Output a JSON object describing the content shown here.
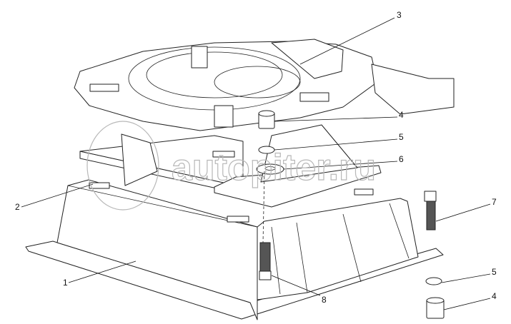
{
  "diagram": {
    "type": "exploded-assembly-view",
    "callouts": [
      {
        "id": "callout-1",
        "text": "1"
      },
      {
        "id": "callout-2",
        "text": "2"
      },
      {
        "id": "callout-3",
        "text": "3"
      },
      {
        "id": "callout-4-top",
        "text": "4"
      },
      {
        "id": "callout-5-top",
        "text": "5"
      },
      {
        "id": "callout-6",
        "text": "6"
      },
      {
        "id": "callout-7",
        "text": "7"
      },
      {
        "id": "callout-8",
        "text": "8"
      },
      {
        "id": "callout-5-bottom",
        "text": "5"
      },
      {
        "id": "callout-4-bottom",
        "text": "4"
      }
    ],
    "watermark": "autopiter.ru"
  }
}
